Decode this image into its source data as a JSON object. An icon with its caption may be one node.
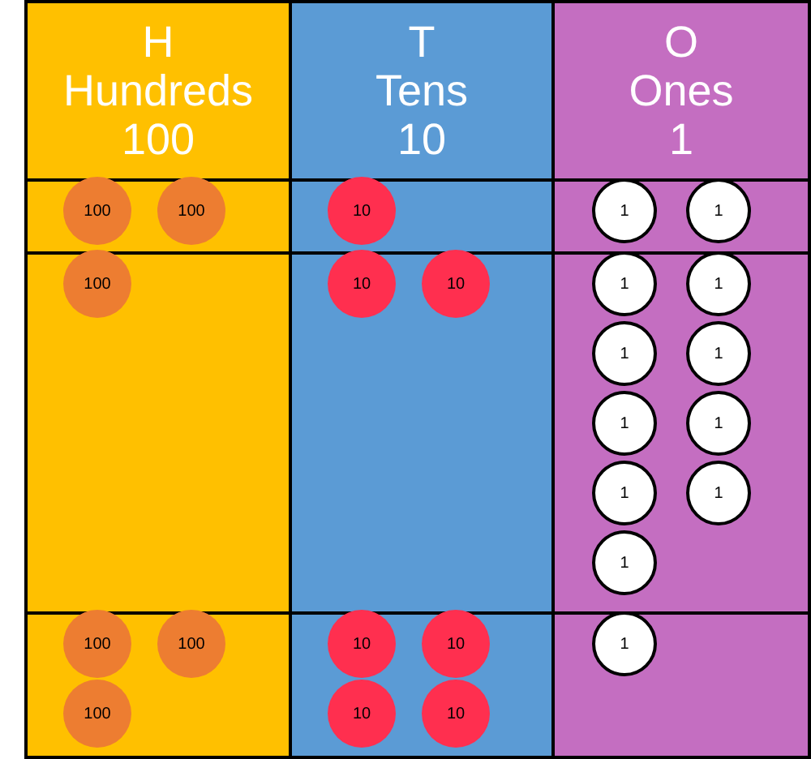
{
  "diagram": {
    "nodes": [
      {
        "text": [
          "H",
          "Hundreds",
          "100"
        ]
      },
      {
        "text": [
          "T",
          "Tens",
          "10"
        ]
      },
      {
        "text": [
          "O",
          "Ones",
          "1"
        ]
      },
      {
        "text": [],
        "shape": "box"
      },
      {
        "text": [
          "100"
        ],
        "in": 3
      },
      {
        "text": [
          "100"
        ],
        "in": 3
      },
      {
        "text": [],
        "shape": "box"
      },
      {
        "text": [
          "10"
        ],
        "in": 6
      },
      {
        "text": [],
        "shape": "box"
      },
      {
        "text": [
          "1"
        ],
        "in": 8
      },
      {
        "text": [
          "1"
        ],
        "in": 8
      },
      {
        "text": [],
        "shape": "box"
      },
      {
        "text": [
          "100"
        ],
        "in": 11
      },
      {
        "text": [],
        "shape": "box"
      },
      {
        "text": [
          "10"
        ],
        "in": 13
      },
      {
        "text": [
          "10"
        ],
        "in": 13
      },
      {
        "text": [],
        "shape": "box"
      },
      {
        "text": [
          "1"
        ],
        "in": 16
      },
      {
        "text": [
          "1"
        ],
        "in": 16
      },
      {
        "text": [
          "1"
        ],
        "in": 16
      },
      {
        "text": [
          "1"
        ],
        "in": 16
      },
      {
        "text": [
          "1"
        ],
        "in": 16
      },
      {
        "text": [
          "1"
        ],
        "in": 16
      },
      {
        "text": [
          "1"
        ],
        "in": 16
      },
      {
        "text": [
          "1"
        ],
        "in": 16
      },
      {
        "text": [
          "1"
        ],
        "in": 16
      },
      {
        "text": [],
        "shape": "box"
      },
      {
        "text": [
          "100"
        ],
        "in": 26
      },
      {
        "text": [
          "100"
        ],
        "in": 26
      },
      {
        "text": [
          "100"
        ],
        "in": 26
      },
      {
        "text": [],
        "shape": "box"
      },
      {
        "text": [
          "10"
        ],
        "in": 30
      },
      {
        "text": [
          "10"
        ],
        "in": 30
      },
      {
        "text": [
          "10"
        ],
        "in": 30
      },
      {
        "text": [
          "10"
        ],
        "in": 30
      },
      {
        "text": [],
        "shape": "box"
      },
      {
        "text": [
          "1"
        ],
        "in": 35
      }
    ],
    "edges": []
  }
}
